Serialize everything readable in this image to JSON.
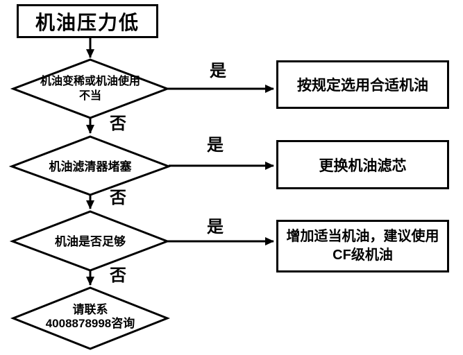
{
  "flowchart": {
    "colors": {
      "background": "#ffffff",
      "line": "#000000",
      "text": "#000000"
    },
    "start": {
      "label": "机油压力低"
    },
    "decisions": [
      {
        "label": "机油变稀或机油使用\n不当"
      },
      {
        "label": "机油滤清器堵塞"
      },
      {
        "label": "机油是否足够"
      },
      {
        "label": "请联系\n4008878998咨询"
      }
    ],
    "actions": [
      {
        "label": "按规定选用合适机油"
      },
      {
        "label": "更换机油滤芯"
      },
      {
        "label": "增加适当机油，建议使用\nCF级机油"
      }
    ],
    "edge_labels": {
      "yes": "是",
      "no": "否"
    }
  }
}
